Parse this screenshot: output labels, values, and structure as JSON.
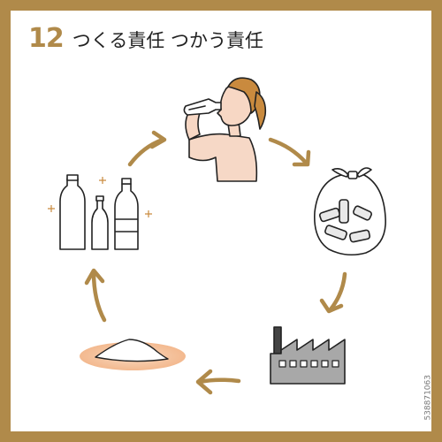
{
  "header": {
    "number": "12",
    "title": "つくる責任 つかう責任"
  },
  "credit": "538871063",
  "colors": {
    "accent": "#B08A4A",
    "skin": "#F7D7C4",
    "hair": "#C98A3E",
    "shirt": "#F6D8C6",
    "factory": "#A8A8A8",
    "powder_glow": "#F6C9A8"
  },
  "cycle": [
    "drinking-person",
    "trash-bag",
    "factory",
    "recycled-powder",
    "new-bottles"
  ]
}
